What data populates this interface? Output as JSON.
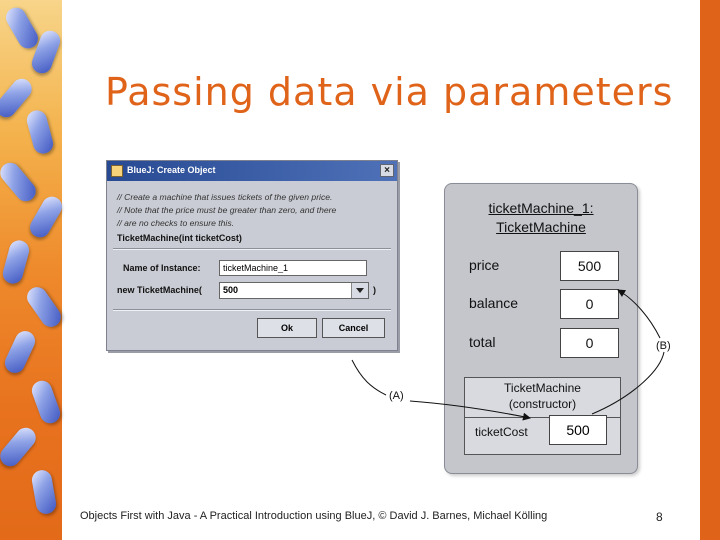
{
  "slide": {
    "title": "Passing data via parameters",
    "footer": "Objects First with Java - A Practical Introduction using BlueJ, © David J. Barnes, Michael Kölling",
    "page_number": "8",
    "accent_color": "#e0631a"
  },
  "dialog": {
    "title": "BlueJ:  Create Object",
    "comment_lines": [
      "// Create a machine that issues tickets of the given price.",
      "// Note that the price must be greater than zero, and there",
      "// are no checks to ensure this."
    ],
    "signature": "TicketMachine(int ticketCost)",
    "instance_label": "Name of Instance:",
    "instance_value": "ticketMachine_1",
    "param_label": "new TicketMachine(",
    "param_value": "500",
    "param_close": ")",
    "ok_label": "Ok",
    "cancel_label": "Cancel"
  },
  "object": {
    "title_line1": "ticketMachine_1:",
    "title_line2": "TicketMachine",
    "fields": [
      {
        "name": "price",
        "value": "500"
      },
      {
        "name": "balance",
        "value": "0"
      },
      {
        "name": "total",
        "value": "0"
      }
    ],
    "constructor_line1": "TicketMachine",
    "constructor_line2": "(constructor)",
    "constructor_param_name": "ticketCost",
    "constructor_param_value": "500"
  },
  "annotations": {
    "a": "(A)",
    "b": "(B)"
  }
}
